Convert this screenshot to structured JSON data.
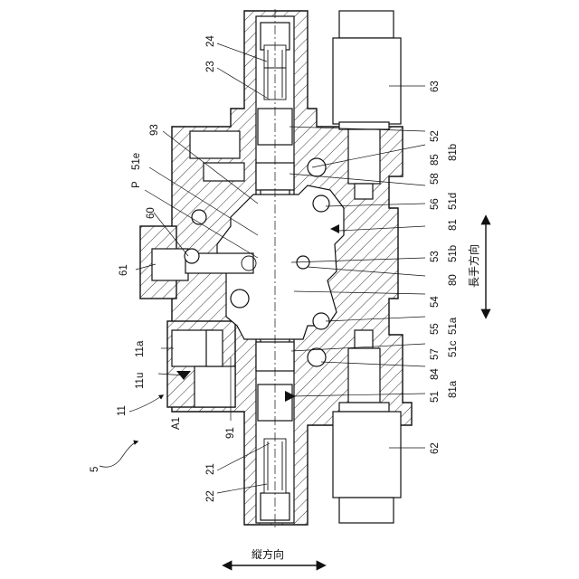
{
  "labels": {
    "n5": "5",
    "n11": "11",
    "n11a": "11a",
    "n11u": "11u",
    "nA1": "A1",
    "n91": "91",
    "n21": "21",
    "n22": "22",
    "n23": "23",
    "n24": "24",
    "n60": "60",
    "n61": "61",
    "nP": "P",
    "n51e": "51e",
    "n93": "93",
    "n62": "62",
    "n63": "63",
    "n52": "52",
    "n58": "58",
    "n85": "85",
    "n81b": "81b",
    "n56": "56",
    "n51d": "51d",
    "n81": "81",
    "n51b": "51b",
    "n53": "53",
    "n54": "54",
    "n80": "80",
    "n55": "55",
    "n51a": "51a",
    "n57": "57",
    "n51c": "51c",
    "n84": "84",
    "n81a": "81a",
    "n51": "51"
  },
  "directions": {
    "longitudinal": "長手方向",
    "vertical": "縦方向"
  }
}
